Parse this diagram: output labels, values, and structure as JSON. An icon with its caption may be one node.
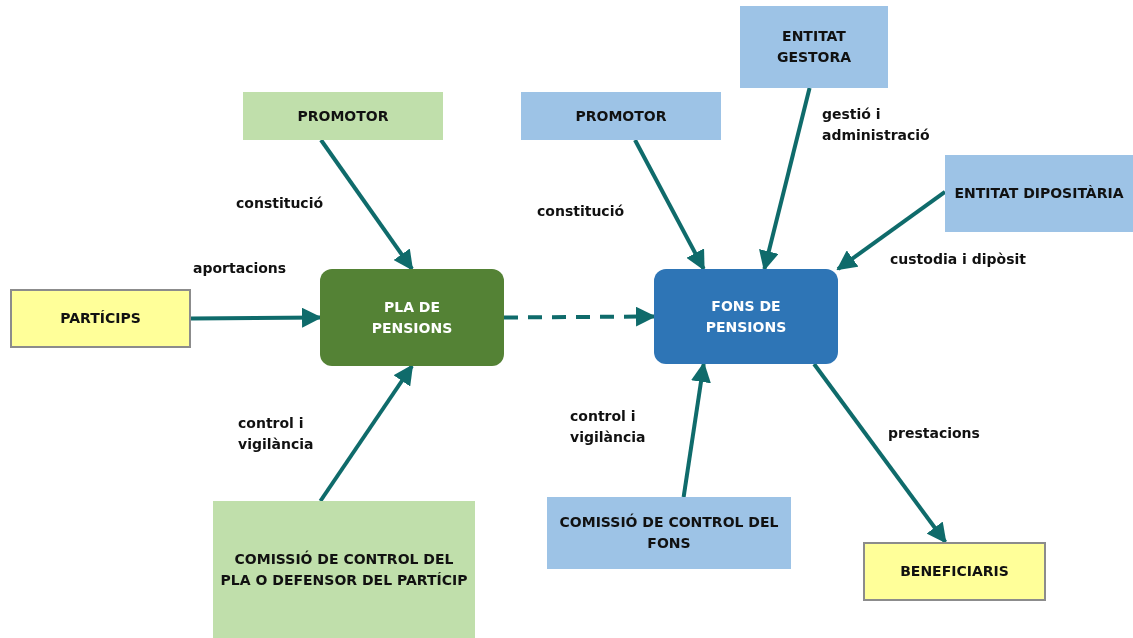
{
  "diagram": {
    "nodes": [
      {
        "text": [
          "PROMOTOR"
        ]
      },
      {
        "text": [
          "PARTÍCIPS"
        ]
      },
      {
        "text": [
          "PLA DE PENSIONS"
        ]
      },
      {
        "text": [
          "COMISSIÓ DE CONTROL DEL PLA O DEFENSOR DEL PARTÍCIP"
        ]
      },
      {
        "text": [
          "PROMOTOR"
        ]
      },
      {
        "text": [
          "ENTITAT GESTORA"
        ]
      },
      {
        "text": [
          "ENTITAT DIPOSITÀRIA"
        ]
      },
      {
        "text": [
          "FONS DE PENSIONS"
        ]
      },
      {
        "text": [
          "COMISSIÓ DE CONTROL DEL FONS"
        ]
      },
      {
        "text": [
          "BENEFICIARIS"
        ]
      }
    ],
    "edges": [
      {
        "from": 0,
        "to": 2,
        "arrow": "to",
        "label": "constitució"
      },
      {
        "from": 1,
        "to": 2,
        "arrow": "to",
        "label": "aportacions"
      },
      {
        "from": 3,
        "to": 2,
        "arrow": "to",
        "label": "control i vigilància"
      },
      {
        "from": 2,
        "to": 7,
        "arrow": "to",
        "style": "dashed"
      },
      {
        "from": 4,
        "to": 7,
        "arrow": "to",
        "label": "constitució"
      },
      {
        "from": 5,
        "to": 7,
        "arrow": "to",
        "label": "gestió i administració"
      },
      {
        "from": 6,
        "to": 7,
        "arrow": "to",
        "label": "custodia i dipòsit"
      },
      {
        "from": 8,
        "to": 7,
        "arrow": "to",
        "label": "control i vigilància"
      },
      {
        "from": 7,
        "to": 9,
        "arrow": "to",
        "label": "prestacions"
      }
    ]
  }
}
